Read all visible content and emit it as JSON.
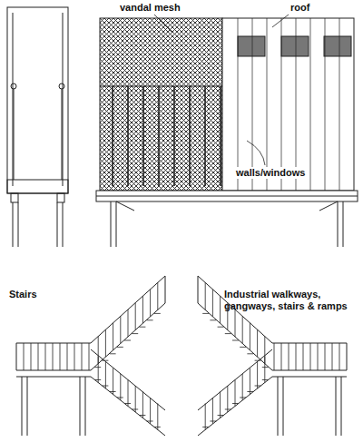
{
  "diagram": {
    "labels": [
      "vandal mesh",
      "roof",
      "walls/windows",
      "Stairs",
      "Industrial walkways, gangways, stairs & ramps"
    ]
  }
}
